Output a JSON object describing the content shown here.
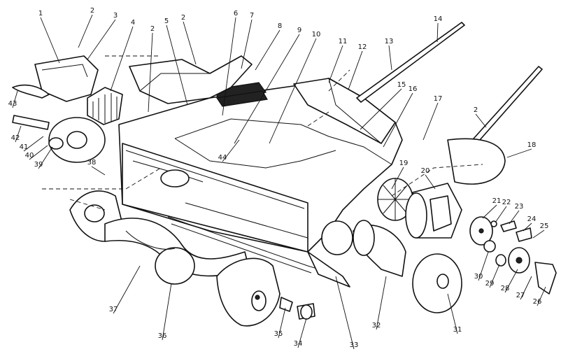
{
  "diagram": {
    "callouts": [
      {
        "id": "c1",
        "label": "1"
      },
      {
        "id": "c2a",
        "label": "2"
      },
      {
        "id": "c3",
        "label": "3"
      },
      {
        "id": "c4",
        "label": "4"
      },
      {
        "id": "c2b",
        "label": "2"
      },
      {
        "id": "c5",
        "label": "5"
      },
      {
        "id": "c2c",
        "label": "2"
      },
      {
        "id": "c6",
        "label": "6"
      },
      {
        "id": "c7",
        "label": "7"
      },
      {
        "id": "c8",
        "label": "8"
      },
      {
        "id": "c9",
        "label": "9"
      },
      {
        "id": "c10",
        "label": "10"
      },
      {
        "id": "c11",
        "label": "11"
      },
      {
        "id": "c12",
        "label": "12"
      },
      {
        "id": "c13",
        "label": "13"
      },
      {
        "id": "c14",
        "label": "14"
      },
      {
        "id": "c15",
        "label": "15"
      },
      {
        "id": "c16",
        "label": "16"
      },
      {
        "id": "c17",
        "label": "17"
      },
      {
        "id": "c2d",
        "label": "2"
      },
      {
        "id": "c18",
        "label": "18"
      },
      {
        "id": "c19",
        "label": "19"
      },
      {
        "id": "c20",
        "label": "20"
      },
      {
        "id": "c21",
        "label": "21"
      },
      {
        "id": "c22",
        "label": "22"
      },
      {
        "id": "c23",
        "label": "23"
      },
      {
        "id": "c24",
        "label": "24"
      },
      {
        "id": "c25",
        "label": "25"
      },
      {
        "id": "c26",
        "label": "26"
      },
      {
        "id": "c27",
        "label": "27"
      },
      {
        "id": "c28",
        "label": "28"
      },
      {
        "id": "c29",
        "label": "29"
      },
      {
        "id": "c30",
        "label": "30"
      },
      {
        "id": "c31",
        "label": "31"
      },
      {
        "id": "c32",
        "label": "32"
      },
      {
        "id": "c33",
        "label": "33"
      },
      {
        "id": "c34",
        "label": "34"
      },
      {
        "id": "c35",
        "label": "35"
      },
      {
        "id": "c36",
        "label": "36"
      },
      {
        "id": "c37",
        "label": "37"
      },
      {
        "id": "c38",
        "label": "38"
      },
      {
        "id": "c39",
        "label": "39"
      },
      {
        "id": "c40",
        "label": "40"
      },
      {
        "id": "c41",
        "label": "41"
      },
      {
        "id": "c42",
        "label": "42"
      },
      {
        "id": "c43",
        "label": "43"
      },
      {
        "id": "c44",
        "label": "44"
      }
    ]
  }
}
